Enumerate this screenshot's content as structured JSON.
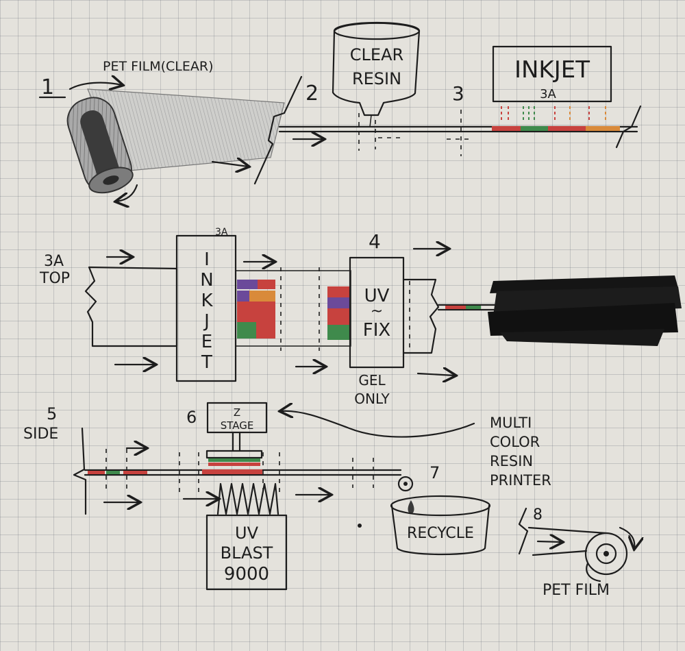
{
  "stages": {
    "s1": {
      "number": "1",
      "label": "PET FILM(CLEAR)"
    },
    "s2": {
      "number": "2",
      "label_line1": "CLEAR",
      "label_line2": "RESIN"
    },
    "s3": {
      "number": "3",
      "box_label": "INKJET",
      "sub_label": "3A"
    },
    "s3a": {
      "number_line1": "3A",
      "number_line2": "TOP",
      "box_label_chars": [
        "I",
        "N",
        "K",
        "J",
        "E",
        "T"
      ],
      "box_tag": "3A"
    },
    "s4": {
      "number": "4",
      "box_line1": "UV",
      "box_line2": "~",
      "box_line3": "FIX",
      "note_line1": "GEL",
      "note_line2": "ONLY"
    },
    "s5": {
      "number": "5",
      "label": "SIDE"
    },
    "s6": {
      "number": "6",
      "box_line1": "Z",
      "box_line2": "STAGE"
    },
    "s7": {
      "number": "7",
      "label": "RECYCLE"
    },
    "uv_blast": {
      "line1": "UV",
      "line2": "BLAST",
      "line3": "9000"
    },
    "s8": {
      "number": "8",
      "label": "PET FILM"
    },
    "printer_label": {
      "line1": "MULTI",
      "line2": "COLOR",
      "line3": "RESIN",
      "line4": "PRINTER"
    }
  },
  "colors": {
    "ink": "#1d1d1d",
    "red": "#c7423e",
    "green": "#3f8a4c",
    "purple": "#6b4a9a",
    "orange": "#d98a3a",
    "pencil_grey": "#8c8c8c"
  }
}
